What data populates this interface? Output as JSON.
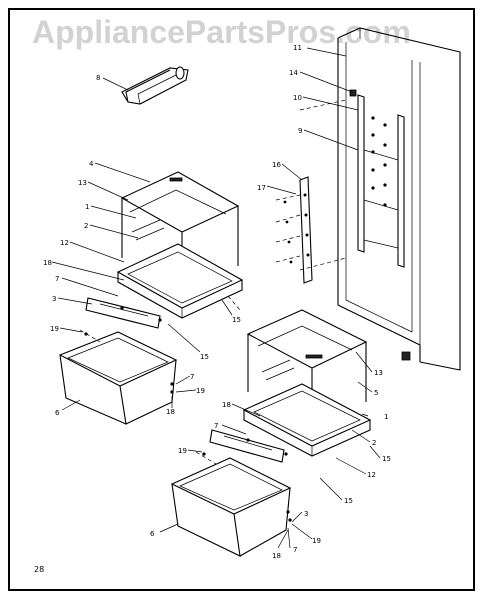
{
  "watermark": "AppliancePartsPros.com",
  "page_number": "28",
  "callouts": {
    "c1": "1",
    "c2": "2",
    "c3": "3",
    "c4": "4",
    "c5": "5",
    "c6": "6",
    "c7": "7",
    "c8": "8",
    "c9": "9",
    "c10": "10",
    "c11": "11",
    "c12": "12",
    "c13": "13",
    "c14": "14",
    "c15": "15",
    "c16": "16",
    "c17": "17",
    "c18": "18",
    "c19": "19"
  }
}
